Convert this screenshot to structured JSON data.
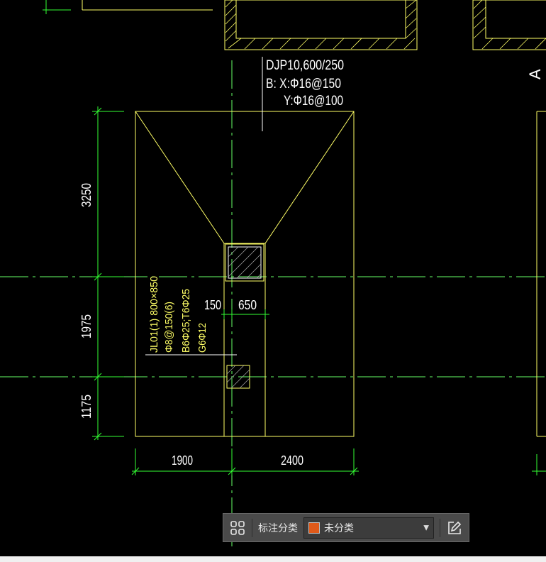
{
  "drawing": {
    "foundation_label": {
      "line1": "DJP10,600/250",
      "line2": "B: X:Φ16@150",
      "line3": "Y:Φ16@100"
    },
    "beam_label": {
      "line1": "JL01(1) 800×850",
      "line2": "Φ8@150(6)",
      "line3": "B6Φ25;T6Φ25",
      "line4": "G6Φ12"
    },
    "dims": {
      "left_top": "3250",
      "left_mid": "1975",
      "left_bottom": "1175",
      "bottom_left": "1900",
      "bottom_right": "2400",
      "col_left": "150",
      "col_right": "650"
    },
    "axis_letter": "A",
    "colors": {
      "background": "#000000",
      "geometry": "#ffff66",
      "dimension": "#33ff33",
      "text_white": "#ffffff",
      "text_yellow": "#ffff66",
      "axis_line": "#66ff66"
    }
  },
  "toolbar": {
    "grid_icon": "grid-icon",
    "label": "标注分类",
    "select_value": "未分类",
    "select_swatch_color": "#e05a1a",
    "edit_icon": "edit-icon"
  }
}
